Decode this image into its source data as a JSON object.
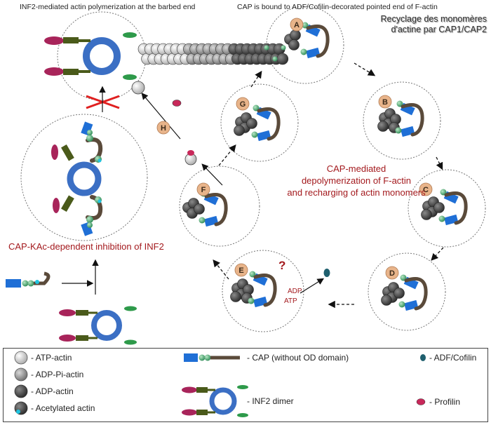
{
  "header": {
    "left": "INF2-mediated actin polymerization at the barbed end",
    "middle": "CAP is bound to ADF/Cofilin-decorated pointed end of F-actin",
    "right_line1": "Recyclage des monomères",
    "right_line2": "d'actine par CAP1/CAP2"
  },
  "labels": {
    "center_line1": "CAP-mediated",
    "center_line2": "depolymerization  of  F-actin",
    "center_line3": "and recharging of actin monomers",
    "inhibition": "CAP-KAc-dependent inhibition of INF2",
    "adp": "ADP",
    "atp": "ATP",
    "question": "?"
  },
  "steps": [
    "A",
    "B",
    "C",
    "D",
    "E",
    "F",
    "G",
    "H"
  ],
  "legend": {
    "atp_actin": "- ATP-actin",
    "adp_pi_actin": "- ADP-Pi-actin",
    "adp_actin": "- ADP-actin",
    "acetylated_actin": "- Acetylated actin",
    "cap": "- CAP (without OD domain)",
    "inf2": "- INF2 dimer",
    "cofilin": "- ADF/Cofilin",
    "profilin": "- Profilin"
  },
  "colors": {
    "cap_blue": "#1f6fd6",
    "cap_green": "#3aa06a",
    "cap_brown": "#5a4a3a",
    "inf2_ring": "#3b6fc4",
    "inf2_magenta": "#a8245a",
    "inf2_olive": "#4a5a1a",
    "step_badge": "#e8b48a",
    "accent_red": "#a3191d",
    "profilin": "#c8285a",
    "cofilin": "#1f5f6e"
  }
}
